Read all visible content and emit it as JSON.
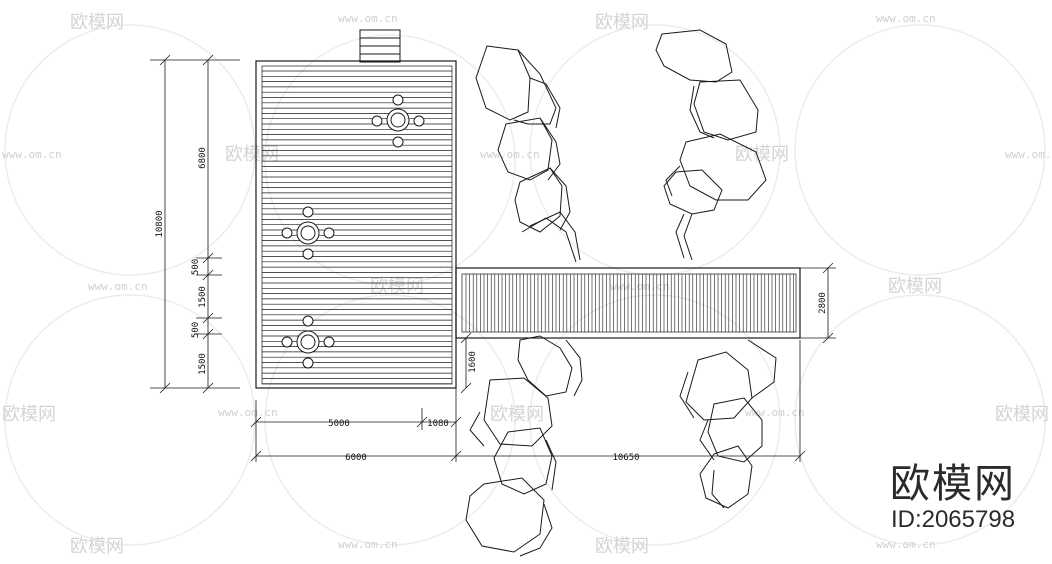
{
  "watermark": {
    "brand": "欧模网",
    "url": "www.om.cn"
  },
  "brand_block": {
    "name": "欧模网",
    "id_text": "ID:2065798"
  },
  "dimensions": {
    "overall_height": "10800",
    "upper_height": "6800",
    "gap_a": "500",
    "mid_a": "1500",
    "gap_b": "500",
    "lower": "1500",
    "bridge_width": "2800",
    "bridge_offset": "1600",
    "deck_inner": "5000",
    "deck_edge": "1080",
    "deck_total": "6000",
    "bridge_length": "10650"
  },
  "colors": {
    "line": "#1a1a1a",
    "watermark": "#d4d4d4"
  }
}
